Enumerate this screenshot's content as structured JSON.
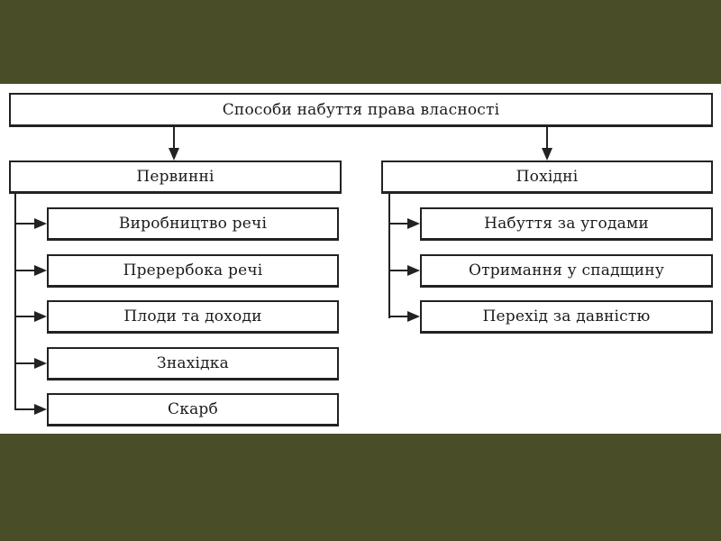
{
  "root": "Способи набуття права власності",
  "primary": {
    "title": "Первинні",
    "items": [
      "Виробництво речі",
      "Прерербока речі",
      "Плоди та доходи",
      "Знахідка",
      "Скарб"
    ]
  },
  "derivative": {
    "title": "Похідні",
    "items": [
      "Набуття за угодами",
      "Отримання у спадщину",
      "Перехід за давністю"
    ]
  },
  "colors": {
    "background": "#494e28",
    "panel": "#ffffff",
    "line": "#222222"
  }
}
